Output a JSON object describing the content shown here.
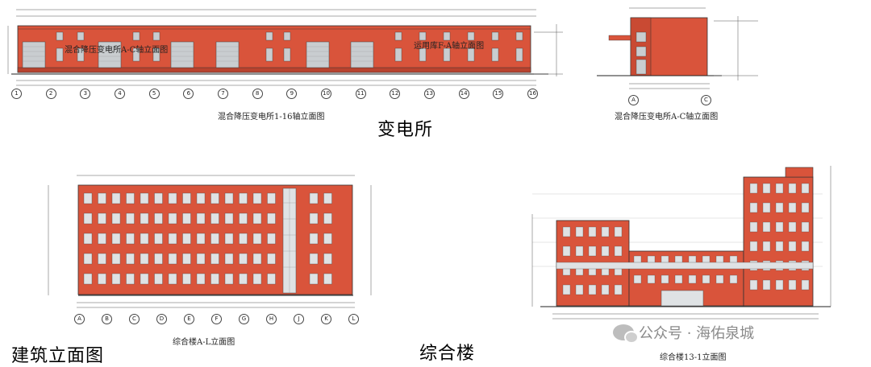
{
  "drawings": {
    "substation_1_16": {
      "title": "混合降压变电所1-16轴立面图",
      "tag_left": "混合降压变电所A-C轴立面图",
      "tag_right": "运用库F-A轴立面图",
      "axis_labels": [
        "1",
        "2",
        "3",
        "4",
        "5",
        "6",
        "7",
        "8",
        "9",
        "10",
        "11",
        "12",
        "13",
        "14",
        "15",
        "16"
      ]
    },
    "substation_a_c": {
      "title": "混合降压变电所A-C轴立面图",
      "axis_labels": [
        "A",
        "C"
      ]
    },
    "complex_a_l": {
      "title": "综合楼A-L立面图",
      "axis_labels": [
        "A",
        "B",
        "C",
        "D",
        "E",
        "F",
        "G",
        "H",
        "J",
        "K",
        "L"
      ]
    },
    "complex_13_1": {
      "title": "综合楼13-1立面图"
    }
  },
  "labels": {
    "substation": "变电所",
    "building_elevation": "建筑立面图",
    "complex_building": "综合楼"
  },
  "watermark": {
    "text": "公众号 · 海佑泉城",
    "icon": "wechat-icon"
  },
  "colors": {
    "facade": "#d9543b",
    "line": "#333333",
    "glass": "#cfd3d6"
  }
}
